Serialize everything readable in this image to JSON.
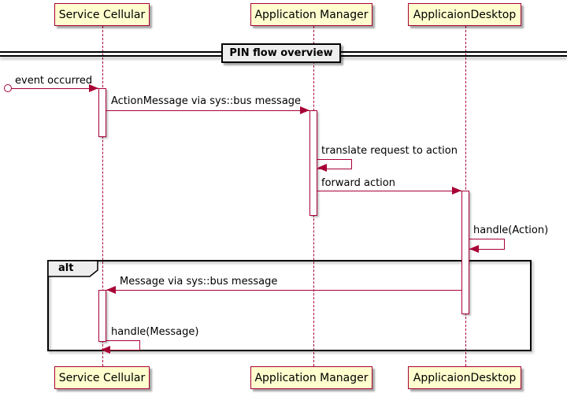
{
  "diagram": {
    "type": "sequence",
    "divider": {
      "label": "PIN flow overview"
    },
    "frame": {
      "label": "alt"
    },
    "participants": [
      {
        "name": "Service Cellular"
      },
      {
        "name": "Application Manager"
      },
      {
        "name": "ApplicaionDesktop"
      }
    ],
    "messages": [
      {
        "label": "event occurred",
        "from": "start",
        "to": "Service Cellular",
        "kind": "arrow"
      },
      {
        "label": "ActionMessage via sys::bus message",
        "from": "Service Cellular",
        "to": "Application Manager",
        "kind": "arrow"
      },
      {
        "label": "translate request to action",
        "from": "Application Manager",
        "to": "Application Manager",
        "kind": "self"
      },
      {
        "label": "forward action",
        "from": "Application Manager",
        "to": "ApplicaionDesktop",
        "kind": "arrow"
      },
      {
        "label": "handle(Action)",
        "from": "ApplicaionDesktop",
        "to": "ApplicaionDesktop",
        "kind": "self"
      },
      {
        "label": "Message via sys::bus message",
        "from": "ApplicaionDesktop",
        "to": "Service Cellular",
        "kind": "arrow"
      },
      {
        "label": "handle(Message)",
        "from": "Service Cellular",
        "to": "Service Cellular",
        "kind": "self"
      }
    ],
    "colors": {
      "accent": "#A80036",
      "participant_fill": "#FEFECE",
      "divider_fill": "#EEEEEE",
      "frame_border": "#000000",
      "background": "#FFFFFF"
    }
  }
}
